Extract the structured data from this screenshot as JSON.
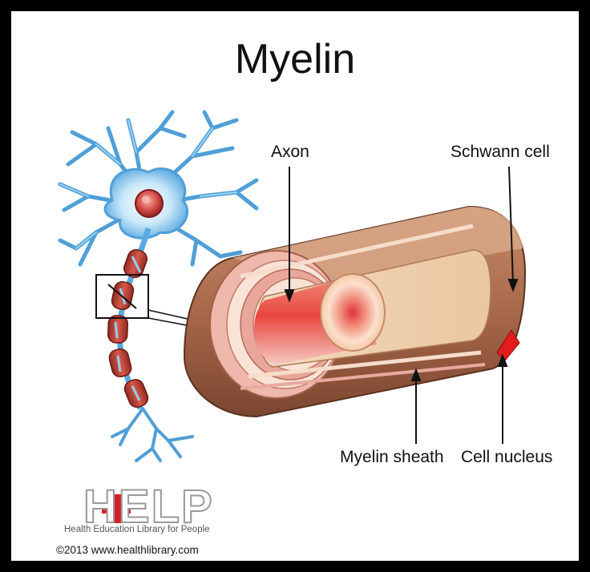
{
  "title": "Myelin",
  "labels": {
    "axon": "Axon",
    "schwann_cell": "Schwann cell",
    "myelin_sheath": "Myelin sheath",
    "cell_nucleus": "Cell nucleus"
  },
  "logo": {
    "letters": "HELP",
    "subtitle": "Health Education Library for People"
  },
  "copyright": "©2013 www.healthlibrary.com",
  "colors": {
    "frame": "#000000",
    "neuron": "#5aa9e0",
    "neuron_light": "#bfe3f7",
    "sheath": "#9b5a3a",
    "axon": "#e85a4f",
    "nucleus": "#e21b1b",
    "logo_cross": "#d62027"
  }
}
